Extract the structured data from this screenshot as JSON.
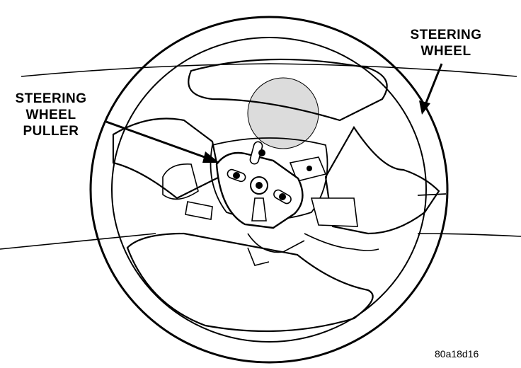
{
  "labels": {
    "steering_wheel": {
      "line1": "STEERING",
      "line2": "WHEEL"
    },
    "puller": {
      "line1": "STEERING",
      "line2": "WHEEL",
      "line3": "PULLER"
    }
  },
  "figure_id": "80a18d16",
  "colors": {
    "ink": "#000000",
    "paper": "#ffffff",
    "shadow": "#dcdcdc"
  }
}
